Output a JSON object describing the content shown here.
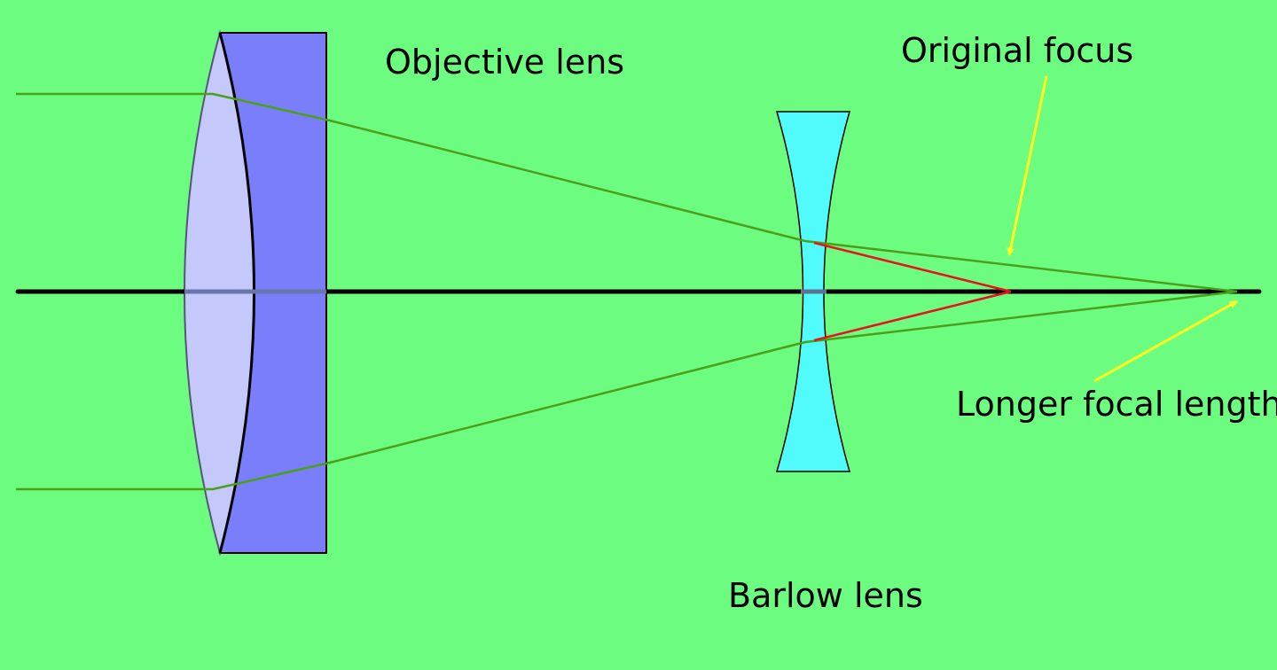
{
  "labels": {
    "objective_lens": "Objective lens",
    "original_focus": "Original focus",
    "longer_focal_length": "Longer focal length",
    "barlow_lens": "Barlow lens"
  },
  "colors": {
    "background": "#6cfc80",
    "optical_axis": "#000000",
    "light_ray": "#4aa019",
    "diverted_ray": "#e8121c",
    "annotation_arrow": "#ffff1e",
    "objective_crown_element": "#c4c8fa",
    "objective_flint_element": "#7a7efb",
    "barlow_lens": "#52fbfb"
  }
}
